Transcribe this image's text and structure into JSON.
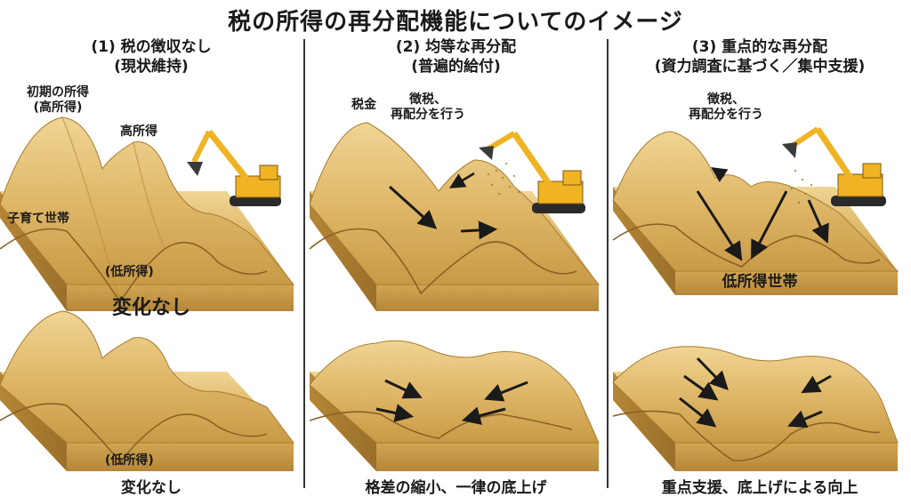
{
  "title": "税の所得の再分配機能についてのイメージ",
  "panels": [
    {
      "heading": "(1) 税の徴収なし",
      "subheading": "(現状維持)",
      "labels": {
        "initial_income": "初期の所得",
        "initial_income_sub": "(高所得)",
        "high_income": "高所得",
        "child_households": "子育て世帯",
        "low_income_top": "(低所得)",
        "low_income_bottom": "(低所得)"
      },
      "middle_caption": "変化なし",
      "bottom_caption": "変化なし"
    },
    {
      "heading": "(2) 均等な再分配",
      "subheading": "(普遍的給付)",
      "labels": {
        "tax_money": "税金",
        "collect_line1": "徴税、",
        "collect_line2": "再配分を行う"
      },
      "bottom_caption": "格差の縮小、一律の底上げ"
    },
    {
      "heading": "(3) 重点的な再分配",
      "subheading": "(資力調査に基づく／集中支援)",
      "labels": {
        "collect_line1": "徴税、",
        "collect_line2": "再配分を行う"
      },
      "middle_caption": "低所得世帯",
      "bottom_caption": "重点支援、底上げによる向上"
    }
  ],
  "colors": {
    "sand_light": "#e8c77a",
    "sand_mid": "#d4a853",
    "sand_dark": "#b98a3a",
    "block_front": "#c99a45",
    "block_side": "#a97b30",
    "excavator": "#f0b323",
    "arrow": "#1a1a1a"
  }
}
